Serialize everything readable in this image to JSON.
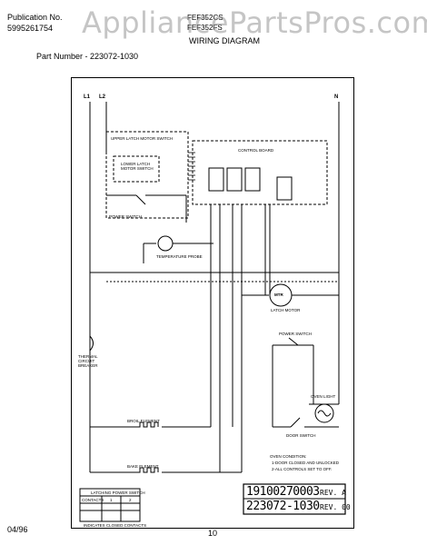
{
  "header": {
    "publication_label": "Publication No.",
    "publication_number": "5995261754",
    "model_1": "FEF352CS",
    "model_2": "FEF352FS",
    "section_title": "WIRING DIAGRAM",
    "part_number_label": "Part Number - 223072-1030"
  },
  "watermark": "AppliancePartsPros.com",
  "diagram": {
    "l1_label": "L1",
    "l2_label": "L2",
    "n_label": "N",
    "upper_latch_switch": "UPPER LATCH MOTOR SWITCH",
    "lower_latch_switch": "LOWER LATCH MOTOR SWITCH",
    "control_board": "CONTROL BOARD",
    "power_switch_left": "POWER SWITCH",
    "temperature_probe": "TEMPERATURE PROBE",
    "latch_motor_symbol": "MTR",
    "latch_motor": "LATCH MOTOR",
    "power_switch_right": "POWER SWITCH",
    "thermal_breaker": "THERMAL CIRCUIT BREAKER",
    "oven_light": "OVEN LIGHT",
    "door_switch": "DOOR SWITCH",
    "broil_element": "BROIL ELEMENT",
    "bake_element": "BAKE ELEMENT",
    "oven_condition_title": "OVEN CONDITION:",
    "oven_condition_1": "1-DOOR CLOSED AND UNLOCKED",
    "oven_condition_2": "2-ALL CONTROLS SET TO OFF.",
    "table_title": "LATCHING POWER SWITCH",
    "table_col_contacts": "CONTACTS",
    "table_col_1": "1",
    "table_col_2": "2",
    "table_note": "INDICATES CLOSED CONTACTS"
  },
  "revision": {
    "code_1": "19100270003",
    "rev_1": "REV. A",
    "code_2": "223072-1030",
    "rev_2": "REV. 00"
  },
  "footer": {
    "date": "04/96",
    "page": "10"
  }
}
